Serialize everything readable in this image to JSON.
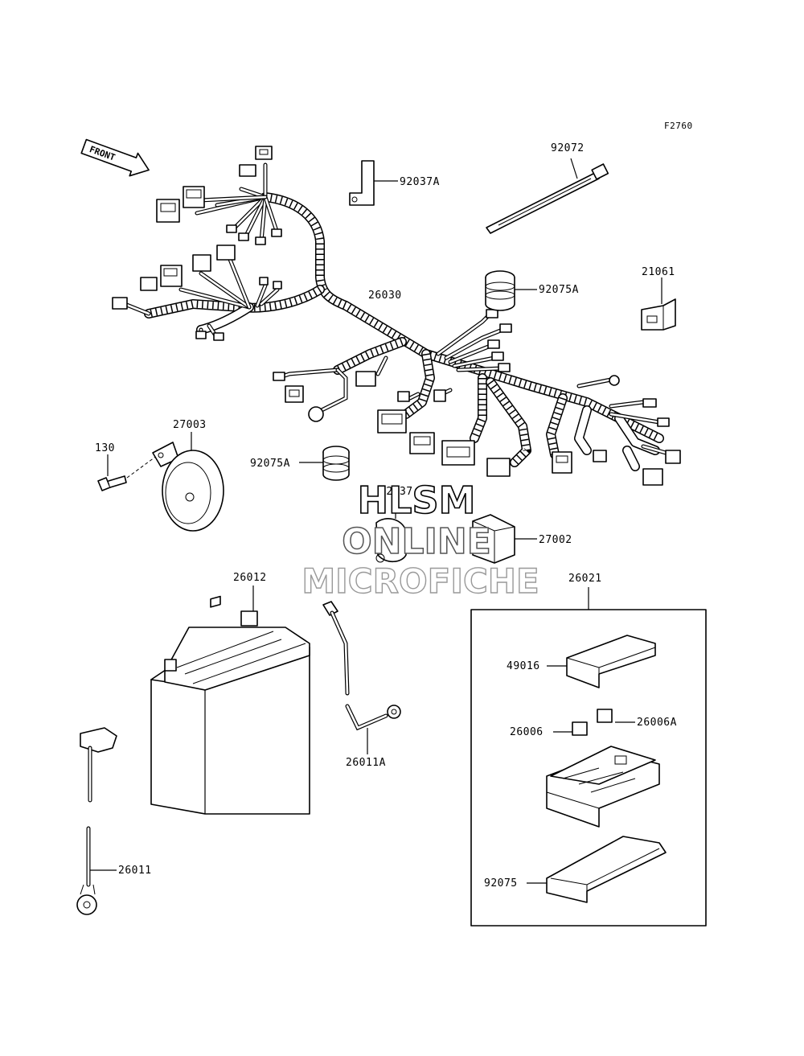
{
  "figure_code": "F2760",
  "front_label": "FRONT",
  "watermark": {
    "line1": "HLSM",
    "line2": "ONLINE",
    "line3": "MICROFICHE"
  },
  "parts": {
    "p92072": "92072",
    "p92037A": "92037A",
    "p21061": "21061",
    "p92075A_top": "92075A",
    "p26030": "26030",
    "p27003": "27003",
    "p130": "130",
    "p92075A_mid": "92075A",
    "p92037": "92037",
    "p27002": "27002",
    "p26012": "26012",
    "p26021": "26021",
    "p49016": "49016",
    "p26006": "26006",
    "p26006A": "26006A",
    "p26011A": "26011A",
    "p26011": "26011",
    "p92075": "92075"
  }
}
